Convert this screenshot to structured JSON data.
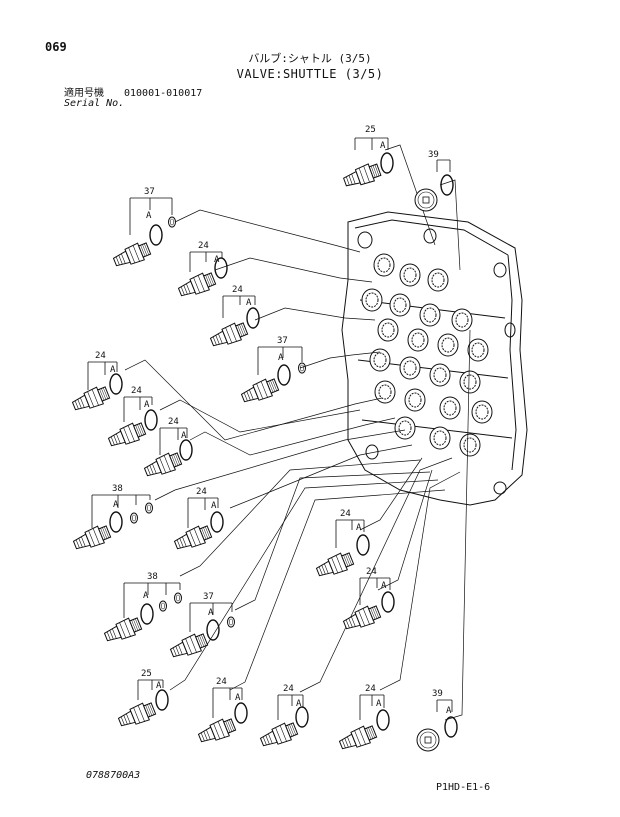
{
  "page_number": "069",
  "title_jp": "バルブ:シャトル (3/5)",
  "title_en": "VALVE:SHUTTLE (3/5)",
  "serial": {
    "label_jp": "適用号機",
    "range": "010001-010017",
    "label_en": "Serial No."
  },
  "drawing_number": "0788700A3",
  "sheet_id": "P1HD-E1-6",
  "callouts": {
    "c25a": "25",
    "c39a": "39",
    "c37a": "37",
    "c24a": "24",
    "c24b": "24",
    "c37b": "37",
    "c24c": "24",
    "c24d": "24",
    "c24e": "24",
    "c38a": "38",
    "c24f": "24",
    "c24g": "24",
    "c24h": "24",
    "c38b": "38",
    "c37c": "37",
    "c25b": "25",
    "c24i": "24",
    "c24j": "24",
    "c24k": "24",
    "c39b": "39"
  },
  "ref_letter": "A"
}
